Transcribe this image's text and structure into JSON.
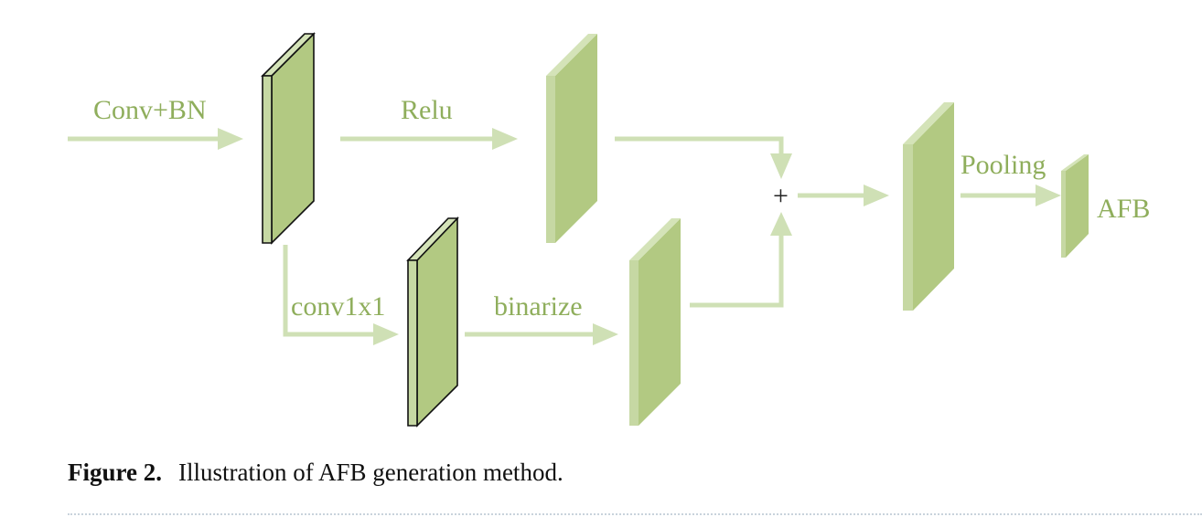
{
  "diagram": {
    "labels": {
      "conv_bn": "Conv+BN",
      "relu": "Relu",
      "conv1x1": "conv1x1",
      "binarize": "binarize",
      "plus": "+",
      "pooling": "Pooling",
      "afb": "AFB"
    },
    "colors": {
      "block_face": "#b2c982",
      "block_top": "#d4e3b8",
      "block_side": "#c6d8a3",
      "arrow": "#cfe0b5",
      "label": "#8fae5c",
      "dark_edge": "#111111"
    }
  },
  "caption": {
    "figure_label": "Figure 2.",
    "text": "Illustration of AFB generation method."
  }
}
